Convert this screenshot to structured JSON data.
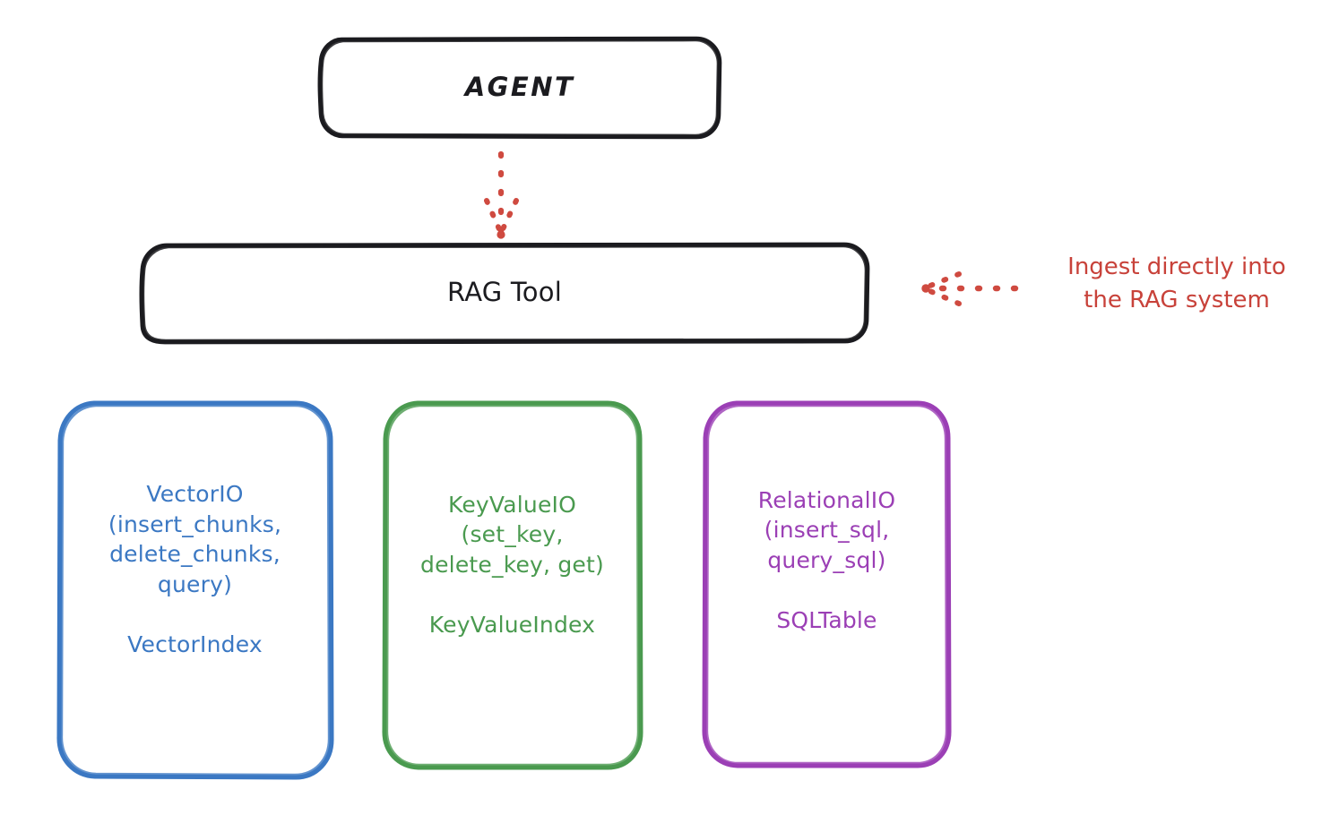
{
  "diagram": {
    "title": "RAG Tool architecture",
    "background": "#ffffff",
    "style": "hand-drawn"
  },
  "colors": {
    "stroke_black": "#1b1b1f",
    "blue": "#3b78c3",
    "green": "#4a9a4f",
    "purple": "#9b3fb5",
    "red": "#c8423a"
  },
  "nodes": {
    "agent": {
      "label": "AGENT",
      "stroke": "#1b1b1f"
    },
    "rag_tool": {
      "label": "RAG Tool",
      "stroke": "#1b1b1f"
    },
    "vector_io": {
      "label": "VectorIO\n(insert_chunks,\ndelete_chunks,\nquery)",
      "secondary_label": "VectorIndex",
      "stroke": "#3b78c3"
    },
    "key_value_io": {
      "label": "KeyValueIO\n(set_key,\ndelete_key, get)",
      "secondary_label": "KeyValueIndex",
      "stroke": "#4a9a4f"
    },
    "relational_io": {
      "label": "RelationalIO\n(insert_sql,\nquery_sql)",
      "secondary_label": "SQLTable",
      "stroke": "#9b3fb5"
    }
  },
  "connectors": {
    "agent_to_rag_tool": {
      "style": "dotted",
      "color": "#c8423a",
      "direction": "down"
    },
    "ingest_arrow": {
      "style": "dotted",
      "color": "#c8423a",
      "direction": "left"
    }
  },
  "annotations": {
    "ingest": {
      "text": "Ingest directly into\nthe RAG system",
      "color": "#c8423a"
    }
  }
}
